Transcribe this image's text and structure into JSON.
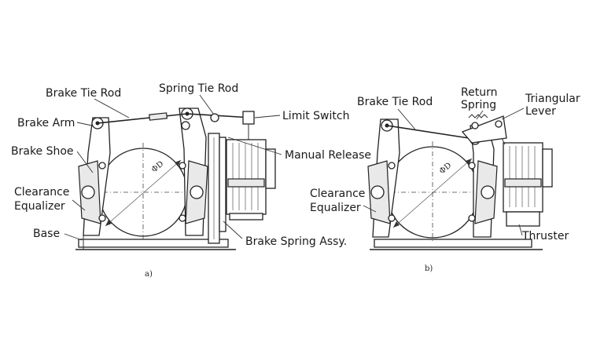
{
  "figure_a": {
    "caption": "a)",
    "diameter_mark": "ΦD",
    "labels": {
      "brake_tie_rod": "Brake Tie Rod",
      "spring_tie_rod": "Spring Tie Rod",
      "limit_switch": "Limit Switch",
      "brake_arm": "Brake Arm",
      "brake_shoe": "Brake Shoe",
      "manual_release": "Manual Release",
      "clearance_equalizer_line1": "Clearance",
      "clearance_equalizer_line2": "Equalizer",
      "base": "Base",
      "brake_spring_assy": "Brake Spring Assy."
    }
  },
  "figure_b": {
    "caption": "b)",
    "diameter_mark": "ΦD",
    "labels": {
      "brake_tie_rod": "Brake Tie Rod",
      "return_spring_line1": "Return",
      "return_spring_line2": "Spring",
      "triangular_lever_line1": "Triangular",
      "triangular_lever_line2": "Lever",
      "clearance_equalizer_line1": "Clearance",
      "clearance_equalizer_line2": "Equalizer",
      "thruster": "Thruster"
    }
  }
}
